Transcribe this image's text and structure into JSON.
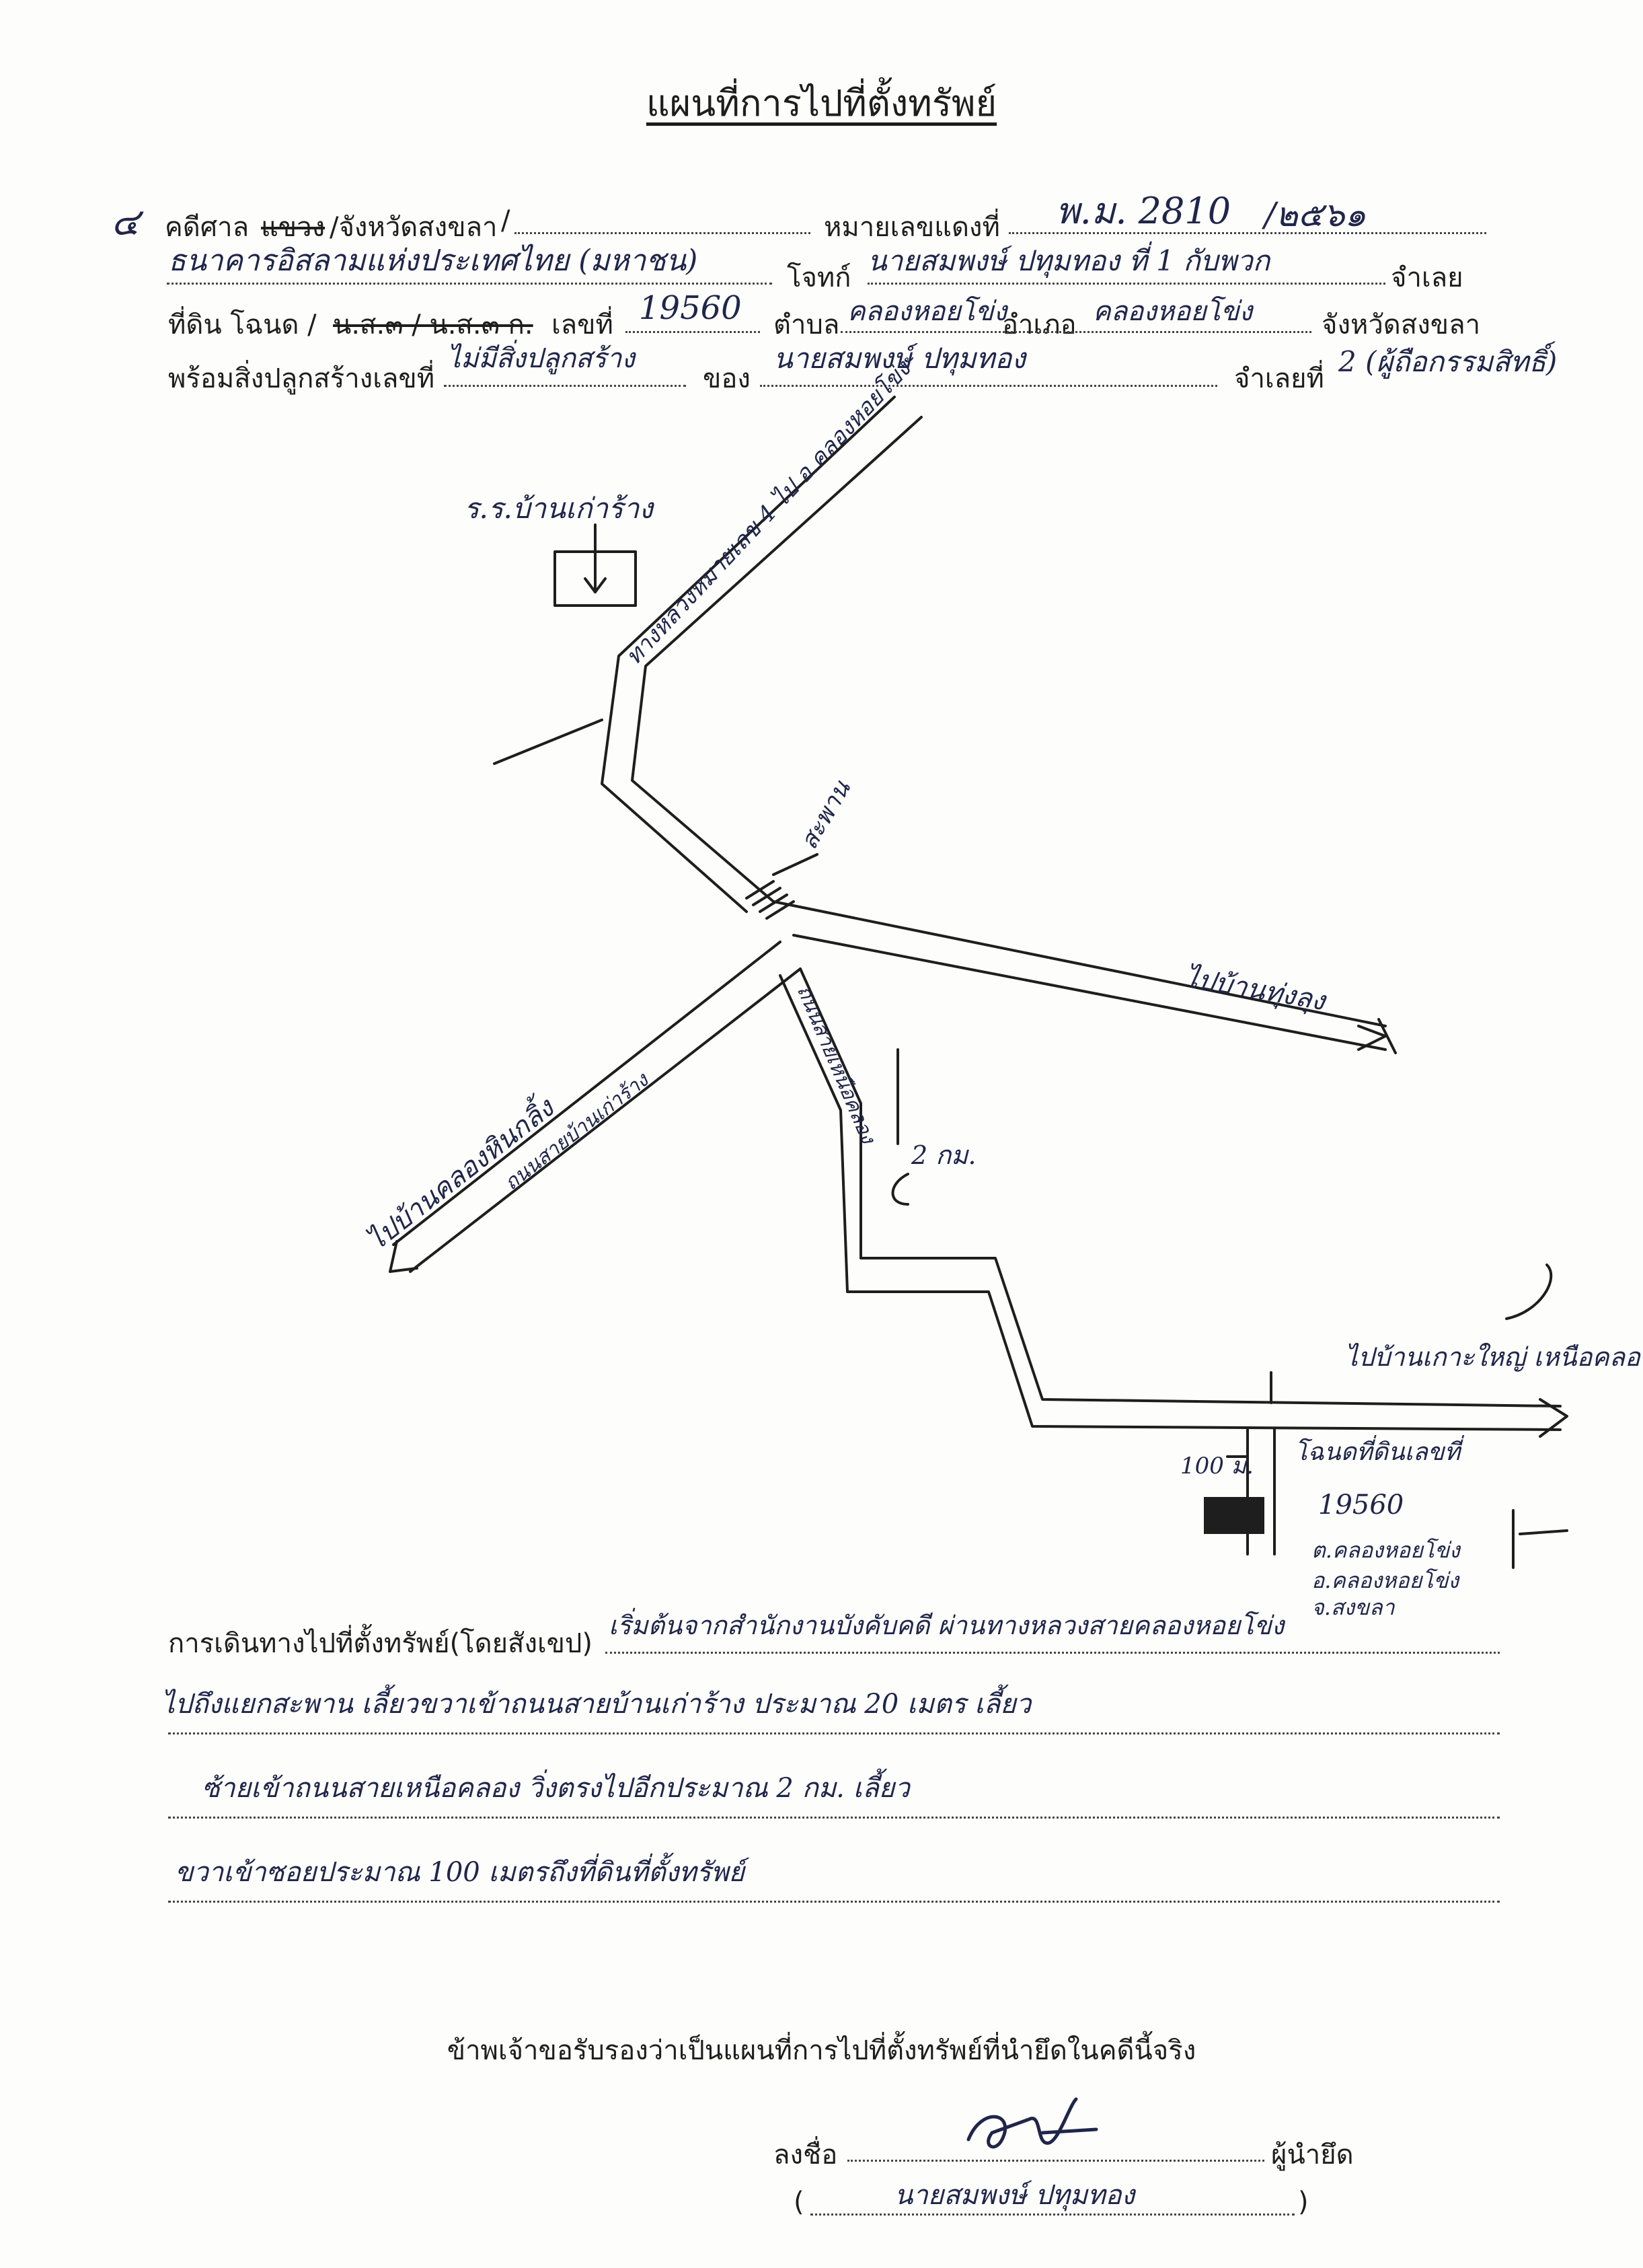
{
  "title": "แผนที่การไปที่ตั้งทรัพย์",
  "header_fields": {
    "court_prefix": "คดีศาล",
    "court_struck": "แขวง",
    "court_value": "/จังหวัดสงขลา",
    "court_tail": "/",
    "red_case_label": "หมายเลขแดงที่",
    "red_case_value": "พ.ม. 2810",
    "red_case_year": "/๒๕๖๑",
    "plaintiff_handwritten": "ธนาคารอิสลามแห่งประเทศไทย (มหาชน)",
    "defendant_label": "โจทก์",
    "defendant_handwritten": "นายสมพงษ์ ปทุมทอง ที่ 1 กับพวก",
    "defendant_suffix": "จำเลย",
    "land_prefix": "ที่ดิน โฉนด /",
    "land_struck": "น.ส.๓ / น.ส.๓ ก.",
    "deed_no_label": "เลขที่",
    "deed_no_value": "19560",
    "subdistrict_label": "ตำบล",
    "subdistrict_value": "คลองหอยโข่ง",
    "district_label": "อำเภอ",
    "district_value": "คลองหอยโข่ง",
    "province_label": "จังหวัดสงขลา",
    "building_label": "พร้อมสิ่งปลูกสร้างเลขที่",
    "building_value": "ไม่มีสิ่งปลูกสร้าง",
    "owner_label": "ของ",
    "owner_value": "นายสมพงษ์ ปทุมทอง",
    "defendant_no_label": "จำเลยที่",
    "defendant_no_value": "2 (ผู้ถือกรรมสิทธิ์)"
  },
  "map": {
    "school_label": "ร.ร.บ้านเก่าร้าง",
    "road_upper_label": "ทางหลวงหมายเลข 4 ไป อ.คลองหอยโข่ง",
    "bridge_label": "สะพาน",
    "road_east_label": "ไปบ้านทุ่งลุง",
    "road_west_label": "ไปบ้านคลองหินกลิ้ง",
    "road_west_inner": "ถนนสายบ้านเก่าร้าง",
    "road_south_label": "ถนนสายเหนือคลอง",
    "distance_label": "2 กม.",
    "road_far_east_label": "ไปบ้านเกาะใหญ่ เหนือคลอง",
    "plot_distance_label": "100 ม.",
    "plot_note_line1": "โฉนดที่ดินเลขที่",
    "plot_note_line2": "19560",
    "plot_note_line3": "ต.คลองหอยโข่ง",
    "plot_note_line4": "อ.คลองหอยโข่ง",
    "plot_note_line5": "จ.สงขลา"
  },
  "directions": {
    "label": "การเดินทางไปที่ตั้งทรัพย์(โดยสังเขป)",
    "line1": "เริ่มต้นจากสำนักงานบังคับคดี ผ่านทางหลวงสายคลองหอยโข่ง",
    "line2": "ไปถึงแยกสะพาน เลี้ยวขวาเข้าถนนสายบ้านเก่าร้าง ประมาณ 20 เมตร เลี้ยว",
    "line3": "ซ้ายเข้าถนนสายเหนือคลอง วิ่งตรงไปอีกประมาณ 2 กม. เลี้ยว",
    "line4": "ขวาเข้าซอยประมาณ 100 เมตรถึงที่ดินที่ตั้งทรัพย์"
  },
  "certification": "ข้าพเจ้าขอรับรองว่าเป็นแผนที่การไปที่ตั้งทรัพย์ที่นำยึดในคดีนี้จริง",
  "signature": {
    "sign_label": "ลงชื่อ",
    "role_label": "ผู้นำยึด",
    "printed_name": "นายสมพงษ์ ปทุมทอง",
    "open_paren": "(",
    "close_paren": ")"
  }
}
